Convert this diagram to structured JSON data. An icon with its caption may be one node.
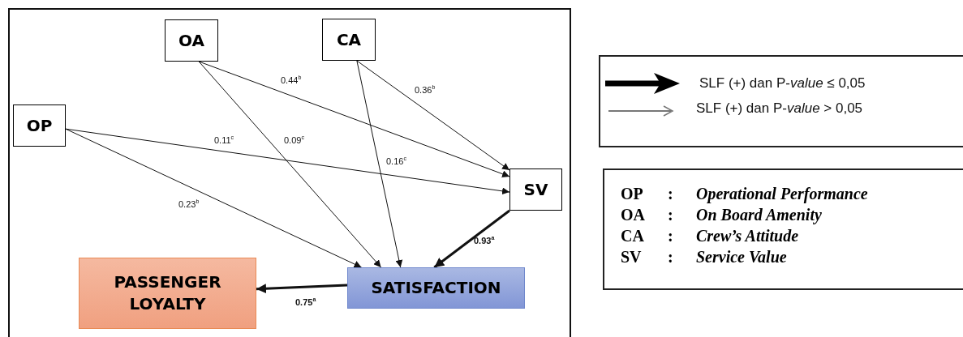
{
  "diagram": {
    "nodes": [
      {
        "text": [
          "OA"
        ]
      },
      {
        "text": [
          "CA"
        ]
      },
      {
        "text": [
          "OP"
        ]
      },
      {
        "text": [
          "SV"
        ]
      },
      {
        "text": [
          "SATISFACTION"
        ]
      },
      {
        "text": [
          "PASSENGER LOYALTY"
        ]
      }
    ],
    "edges": [
      {
        "from": 0,
        "to": 3,
        "arrow": "to",
        "label": "0.44$^{b}$"
      },
      {
        "from": 1,
        "to": 3,
        "arrow": "to",
        "label": "0.36$^{b}$"
      },
      {
        "from": 2,
        "to": 3,
        "arrow": "to",
        "label": "0.11$^{c}$"
      },
      {
        "from": 0,
        "to": 4,
        "arrow": "to",
        "label": "0.09$^{c}$"
      },
      {
        "from": 1,
        "to": 4,
        "arrow": "to",
        "label": "0.16$^{c}$"
      },
      {
        "from": 2,
        "to": 4,
        "arrow": "to",
        "label": "0.23$^{b}$"
      },
      {
        "from": 3,
        "to": 4,
        "arrow": "to",
        "label": "0.93$^{a}$",
        "style": "thick"
      },
      {
        "from": 4,
        "to": 5,
        "arrow": "to",
        "label": "0.75$^{a}$",
        "style": "thick"
      }
    ],
    "legend": [
      {
        "text": "SLF (+) dan P-*value* ≤ 0,05"
      },
      {
        "text": "SLF (+) dan P-*value* > 0,05"
      }
    ],
    "labels": [
      "OP",
      ":",
      "Operational Performance",
      "OA",
      ":",
      "On Board Amenity",
      "CA",
      ":",
      "Crew’s Attitude",
      "SV",
      ":",
      "Service Value"
    ]
  }
}
